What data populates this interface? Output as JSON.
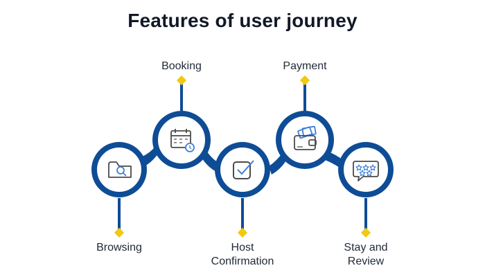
{
  "title": "Features of user journey",
  "colors": {
    "ring": "#0e4c96",
    "diamond": "#f2c811",
    "icon": "#4a4a4a",
    "icon_accent": "#3d7fd6",
    "text": "#1f2937"
  },
  "steps": [
    {
      "label_line1": "Browsing",
      "label_line2": "",
      "icon": "folder-search-icon",
      "position": "below"
    },
    {
      "label_line1": "Booking",
      "label_line2": "",
      "icon": "calendar-clock-icon",
      "position": "above"
    },
    {
      "label_line1": "Host",
      "label_line2": "Confirmation",
      "icon": "checkbox-icon",
      "position": "below"
    },
    {
      "label_line1": "Payment",
      "label_line2": "",
      "icon": "wallet-cash-icon",
      "position": "above"
    },
    {
      "label_line1": "Stay and",
      "label_line2": "Review",
      "icon": "stars-chat-icon",
      "position": "below"
    }
  ]
}
